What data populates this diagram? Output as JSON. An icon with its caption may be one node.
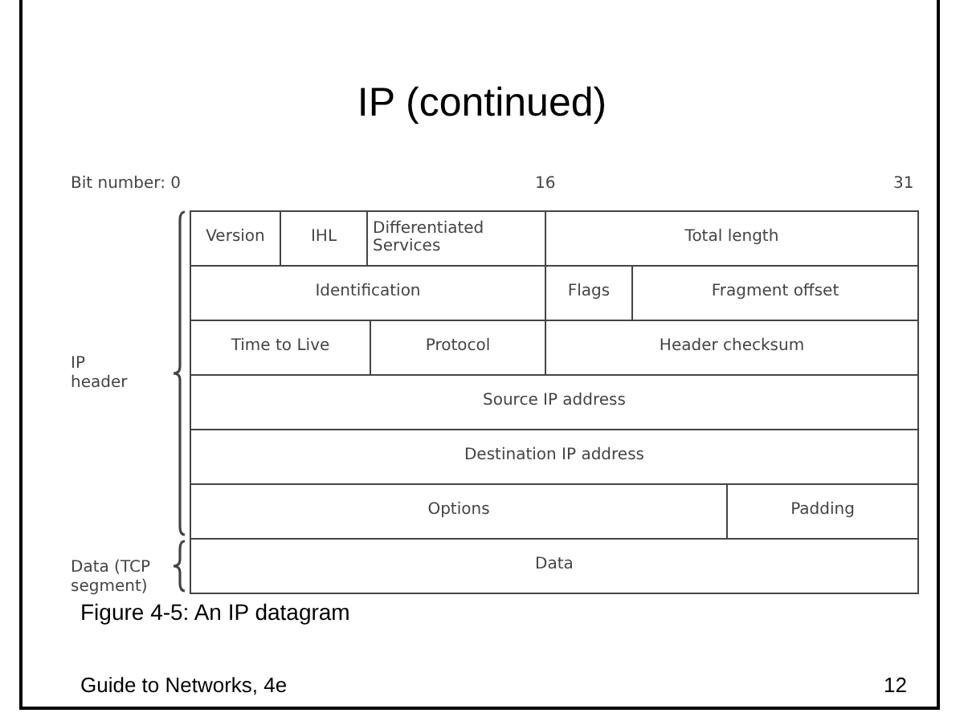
{
  "diagram": {
    "title": "IP (continued)",
    "caption": "Figure 4-5: An IP datagram",
    "nodes": [
      {
        "text": [
          "Version"
        ]
      },
      {
        "text": [
          "IHL"
        ]
      },
      {
        "text": [
          "Differentiated Services"
        ]
      },
      {
        "text": [
          "Total length"
        ]
      },
      {
        "text": [
          "Identification"
        ]
      },
      {
        "text": [
          "Flags"
        ]
      },
      {
        "text": [
          "Fragment offset"
        ]
      },
      {
        "text": [
          "Time to Live"
        ]
      },
      {
        "text": [
          "Protocol"
        ]
      },
      {
        "text": [
          "Header checksum"
        ]
      },
      {
        "text": [
          "Source IP address"
        ]
      },
      {
        "text": [
          "Destination IP address"
        ]
      },
      {
        "text": [
          "Options"
        ]
      },
      {
        "text": [
          "Padding"
        ]
      },
      {
        "text": [
          "Data"
        ]
      }
    ],
    "edges": [],
    "labels": [
      "Bit number: 0",
      "16",
      "31",
      "IP header",
      "Data (TCP segment)",
      "Guide to Networks, 4e",
      "12"
    ]
  }
}
